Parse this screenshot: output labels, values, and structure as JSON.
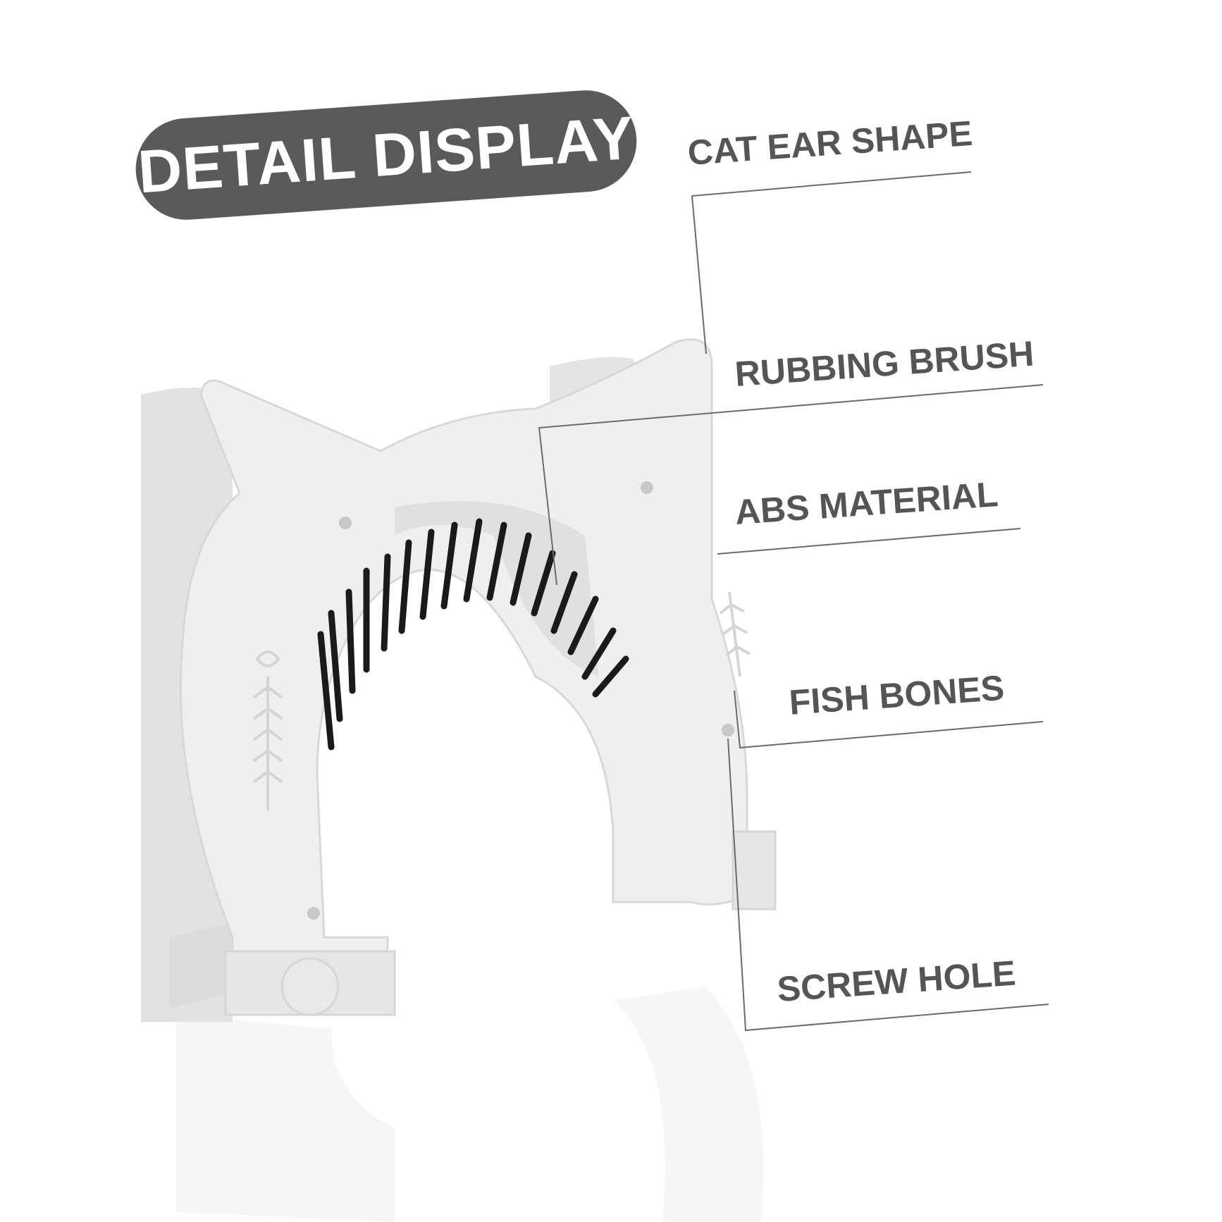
{
  "badge": {
    "text": "DETAIL DISPLAY"
  },
  "labels": {
    "cat_ear_shape": "CAT EAR SHAPE",
    "rubbing_brush": "RUBBING BRUSH",
    "abs_material": "ABS MATERIAL",
    "fish_bones": "FISH BONES",
    "screw_hole": "SCREW HOLE"
  },
  "colors": {
    "badge_bg": "#5a5a5a",
    "label_text": "#555555",
    "product_body": "#ededed",
    "brush": "#1a1a1a"
  }
}
